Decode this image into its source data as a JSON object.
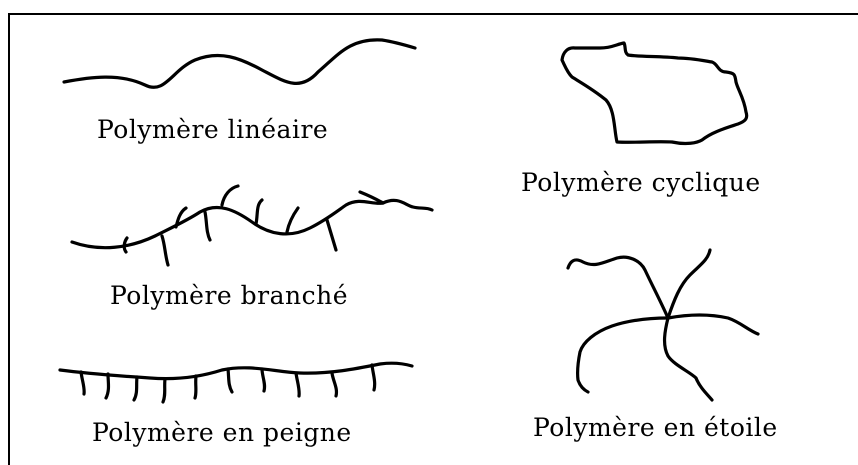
{
  "labels": {
    "linear": "Polymère linéaire",
    "cyclic": "Polymère cyclique",
    "branched": "Polymère branché",
    "star": "Polymère en étoile",
    "comb": "Polymère en peigne"
  },
  "colors": {
    "stroke": "#000000",
    "background": "#ffffff"
  }
}
